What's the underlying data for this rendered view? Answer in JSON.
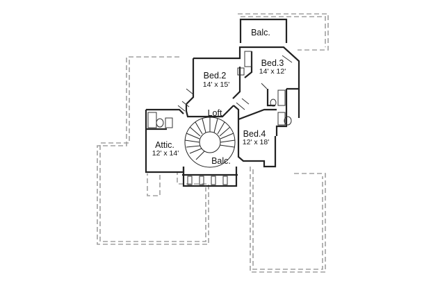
{
  "rooms": {
    "balc_top": {
      "name": "Balc."
    },
    "bed2": {
      "name": "Bed.2",
      "dims": "14' x 15'"
    },
    "bed3": {
      "name": "Bed.3",
      "dims": "14' x 12'"
    },
    "loft": {
      "name": "Loft"
    },
    "attic": {
      "name": "Attic.",
      "dims": "12' x 14'"
    },
    "bed4": {
      "name": "Bed.4",
      "dims": "12' x 18'"
    },
    "balc_center": {
      "name": "Balc."
    }
  },
  "colors": {
    "wall": "#222222",
    "roof_outline": "#999999",
    "background": "#ffffff"
  }
}
